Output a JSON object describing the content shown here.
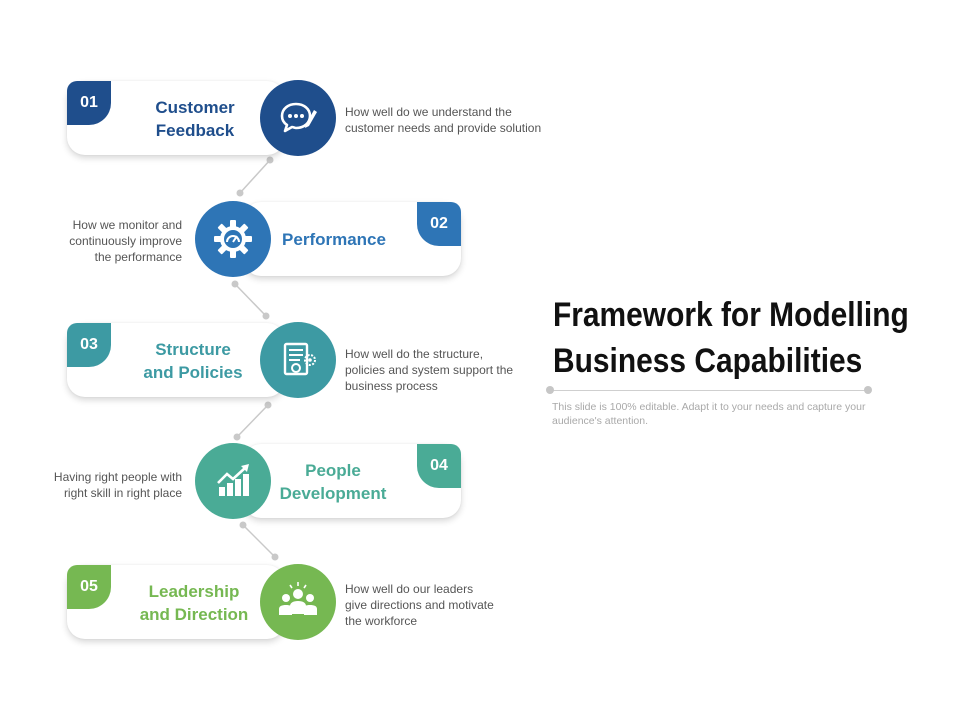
{
  "title": {
    "line1": "Framework for Modelling",
    "line2": "Business Capabilities"
  },
  "subtitle": {
    "line1": "This slide is 100% editable. Adapt it to your needs and capture your",
    "line2": "audience's attention."
  },
  "colors": {
    "step1": "#1f4e8c",
    "step2": "#2e75b6",
    "step3": "#3d9aa3",
    "step4": "#4aab96",
    "step5": "#76b852",
    "connector": "#c9c9c9"
  },
  "steps": [
    {
      "number": "01",
      "label_line1": "Customer",
      "label_line2": "Feedback",
      "icon": "speech-bubble-pencil-icon",
      "desc_lines": [
        "How well do we understand the",
        "customer needs and provide solution"
      ]
    },
    {
      "number": "02",
      "label_line1": "Performance",
      "label_line2": "",
      "icon": "gear-gauge-icon",
      "desc_lines": [
        "How we monitor and",
        "continuously improve",
        "the performance"
      ]
    },
    {
      "number": "03",
      "label_line1": "Structure",
      "label_line2": "and Policies",
      "icon": "document-gear-icon",
      "desc_lines": [
        "How well do the structure,",
        "policies and system support the",
        "business process"
      ]
    },
    {
      "number": "04",
      "label_line1": "People",
      "label_line2": "Development",
      "icon": "growth-chart-icon",
      "desc_lines": [
        "Having right people with",
        "right skill in right place"
      ]
    },
    {
      "number": "05",
      "label_line1": "Leadership",
      "label_line2": "and Direction",
      "icon": "team-leader-icon",
      "desc_lines": [
        "How well do our leaders",
        "give directions and motivate",
        "the workforce"
      ]
    }
  ]
}
